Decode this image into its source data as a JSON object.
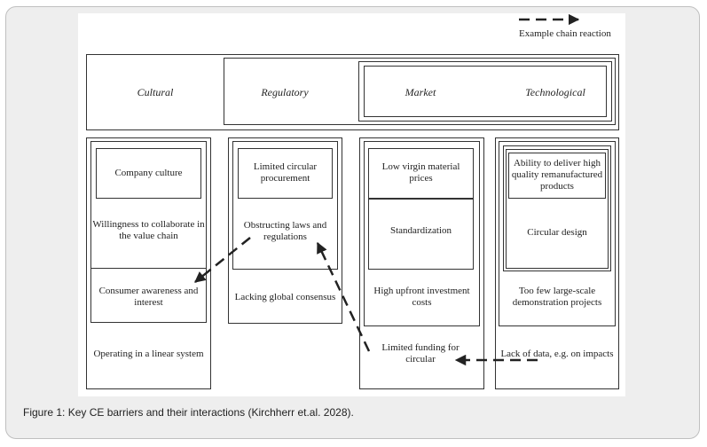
{
  "legend": {
    "label": "Example chain reaction"
  },
  "categories": {
    "cultural": "Cultural",
    "regulatory": "Regulatory",
    "market": "Market",
    "technological": "Technological"
  },
  "barriers": {
    "cultural": {
      "b1": "Company culture",
      "b2": "Willingness to collaborate in the value chain",
      "b3": "Consumer awareness and interest",
      "b4": "Operating in a linear system"
    },
    "regulatory": {
      "b1": "Limited circular procurement",
      "b2": "Obstructing laws and regulations",
      "b3": "Lacking global consensus"
    },
    "market": {
      "b1": "Low virgin material prices",
      "b2": "Standardization",
      "b3": "High upfront investment costs",
      "b4": "Limited funding for circular"
    },
    "technological": {
      "b1": "Ability to deliver high quality remanufactured products",
      "b2": "Circular design",
      "b3": "Too few large-scale demonstration projects",
      "b4": "Lack of data, e.g. on impacts"
    }
  },
  "caption": "Figure 1: Key CE barriers and their interactions (Kirchherr et.al. 2028)."
}
